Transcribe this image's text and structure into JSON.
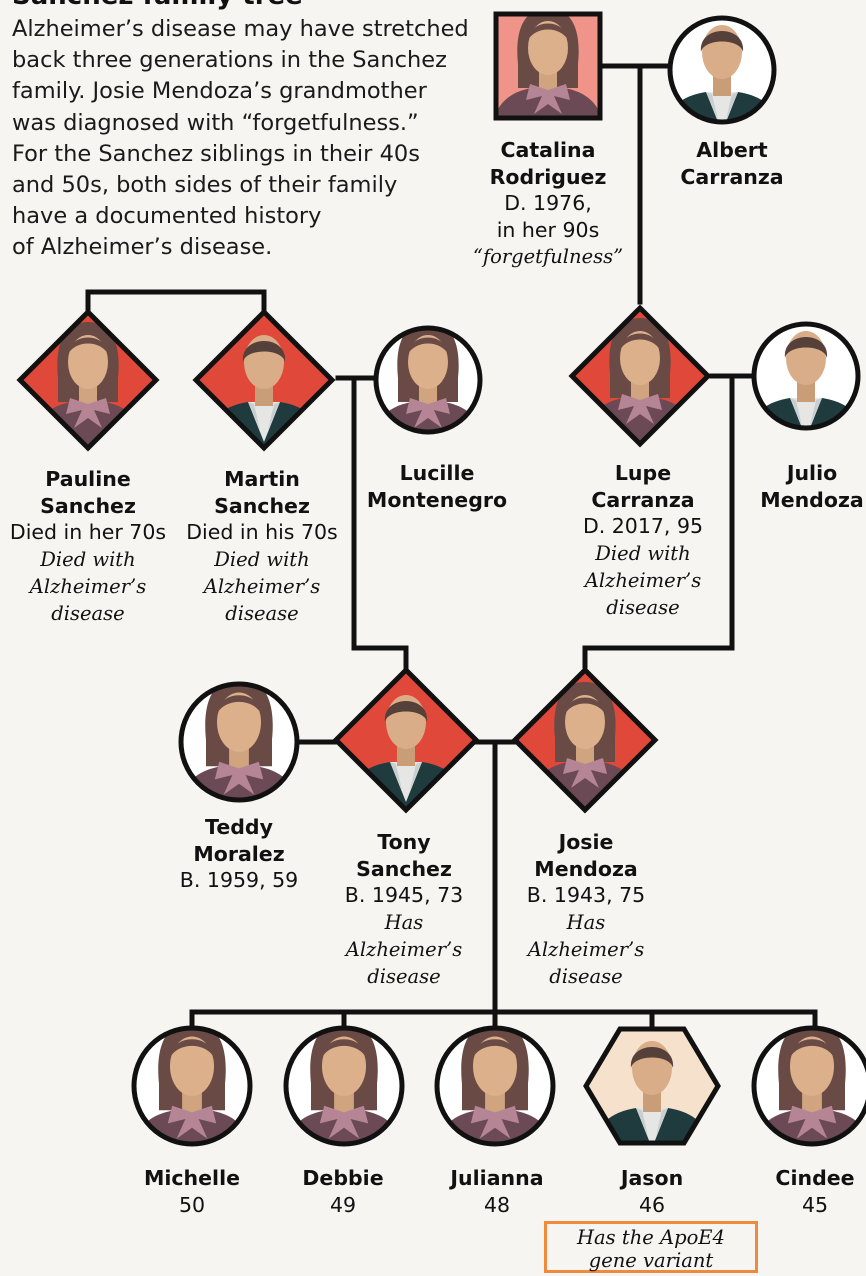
{
  "header": {
    "title": "Sanchez family tree"
  },
  "intro": [
    "Alzheimer’s disease may have stretched",
    "back three generations in the Sanchez",
    "family. Josie Mendoza’s grandmother",
    "was diagnosed with “forgetfulness.”",
    "For the Sanchez siblings in their 40s",
    "and 50s, both sides of their family",
    "have a documented history",
    "of Alzheimer’s disease."
  ],
  "people": {
    "catalina": {
      "name1": "Catalina",
      "name2": "Rodriguez",
      "detail1": "D. 1976,",
      "detail2": "in her 90s",
      "note1": "“forgetfulness”"
    },
    "albert": {
      "name1": "Albert",
      "name2": "Carranza"
    },
    "pauline": {
      "name1": "Pauline",
      "name2": "Sanchez",
      "detail1": "Died in her 70s",
      "note1": "Died with",
      "note2": "Alzheimer’s",
      "note3": "disease"
    },
    "martin": {
      "name1": "Martin",
      "name2": "Sanchez",
      "detail1": "Died in his 70s",
      "note1": "Died with",
      "note2": "Alzheimer’s",
      "note3": "disease"
    },
    "lucille": {
      "name1": "Lucille",
      "name2": "Montenegro"
    },
    "lupe": {
      "name1": "Lupe",
      "name2": "Carranza",
      "detail1": "D. 2017, 95",
      "note1": "Died with",
      "note2": "Alzheimer’s",
      "note3": "disease"
    },
    "julio": {
      "name1": "Julio",
      "name2": "Mendoza"
    },
    "teddy": {
      "name1": "Teddy",
      "name2": "Moralez",
      "detail1": "B. 1959, 59"
    },
    "tony": {
      "name1": "Tony",
      "name2": "Sanchez",
      "detail1": "B. 1945, 73",
      "note1": "Has",
      "note2": "Alzheimer’s",
      "note3": "disease"
    },
    "josie": {
      "name1": "Josie",
      "name2": "Mendoza",
      "detail1": "B. 1943, 75",
      "note1": "Has",
      "note2": "Alzheimer’s",
      "note3": "disease"
    },
    "michelle": {
      "name1": "Michelle",
      "detail1": "50"
    },
    "debbie": {
      "name1": "Debbie",
      "detail1": "49"
    },
    "julianna": {
      "name1": "Julianna",
      "detail1": "48"
    },
    "jason": {
      "name1": "Jason",
      "detail1": "46"
    },
    "cindee": {
      "name1": "Cindee",
      "detail1": "45"
    }
  },
  "callout": {
    "line1": "Has the ApoE4",
    "line2": "gene variant"
  },
  "colors": {
    "alzheimers_red": "#e0483a",
    "forgetfulness_pink": "#f0948a",
    "gene_variant_beige": "#f6e2cc",
    "neutral_white": "#ffffff",
    "outline": "#111111",
    "callout_orange": "#ef8a3a",
    "background": "#f7f5f1"
  },
  "legend_shapes": {
    "circle": "female-or-unaffected",
    "diamond": "alzheimers",
    "square": "forgetfulness",
    "hexagon": "apoe4-variant"
  }
}
